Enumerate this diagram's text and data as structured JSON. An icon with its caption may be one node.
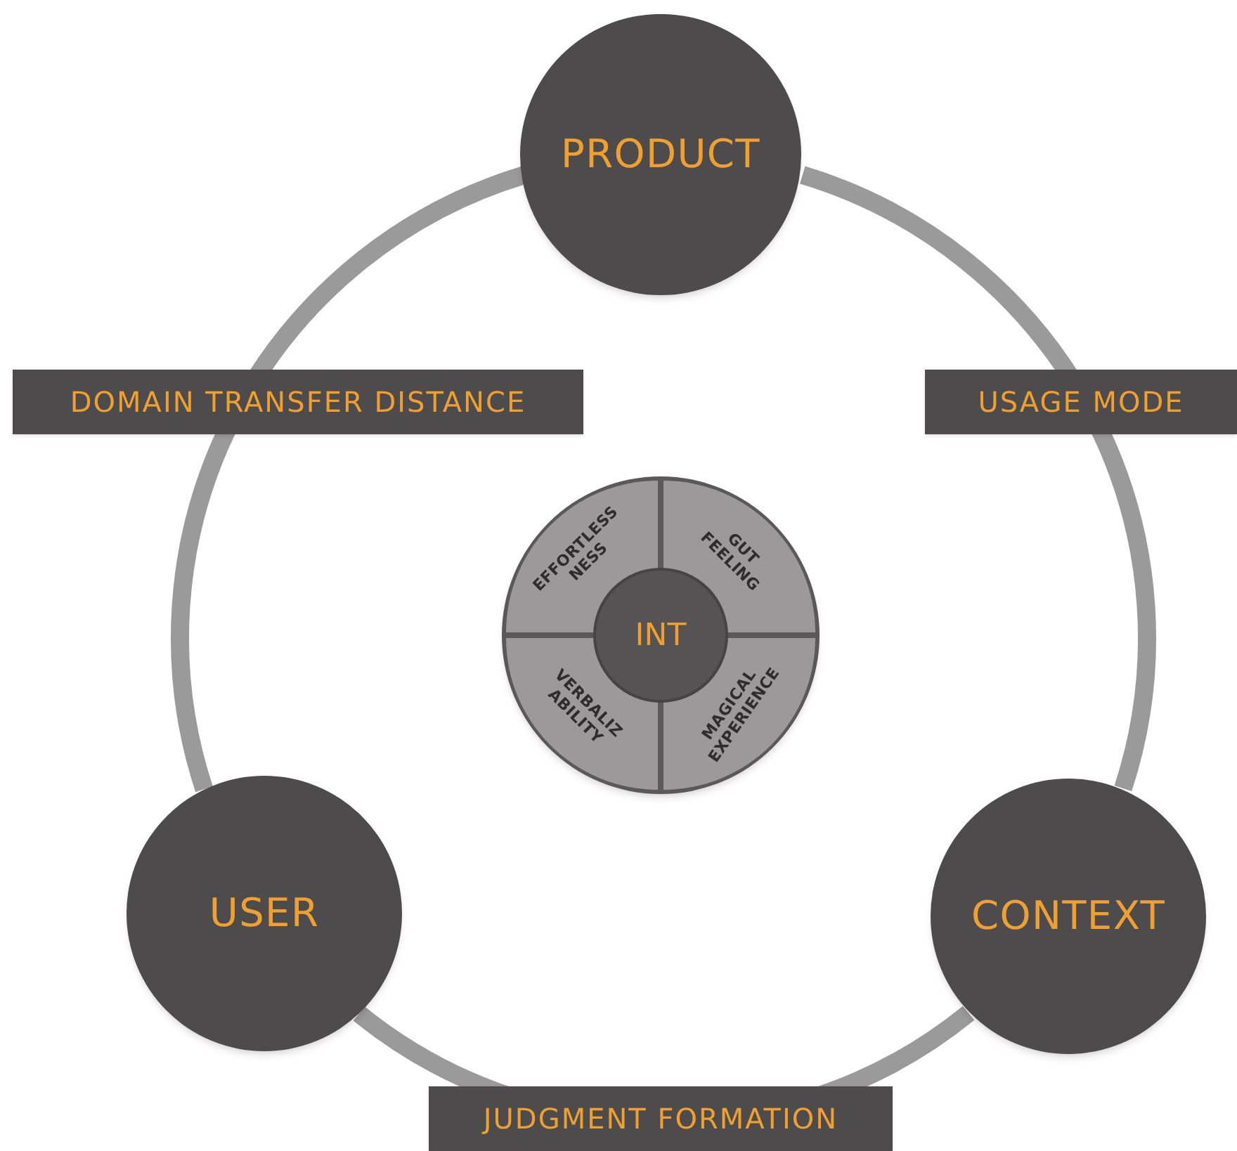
{
  "diagram": {
    "nodes": [
      {
        "text": [
          "PRODUCT"
        ]
      },
      {
        "text": [
          "EFFORTLESS NESS"
        ]
      },
      {
        "text": [
          "GUT FEELING"
        ]
      },
      {
        "text": [
          "INT"
        ]
      },
      {
        "text": [
          "VERBALIZ ABILITY"
        ]
      },
      {
        "text": [
          "MAGICAL EXPERIENCE"
        ]
      },
      {
        "text": [
          "USER"
        ]
      },
      {
        "text": [
          "CONTEXT"
        ]
      }
    ],
    "edges": [
      {
        "from": 0,
        "to": 6,
        "arrow": "none",
        "label": "DOMAIN TRANSFER DISTANCE"
      },
      {
        "from": 0,
        "to": 7,
        "arrow": "none",
        "label": "USAGE MODE"
      },
      {
        "from": 6,
        "to": 7,
        "arrow": "none",
        "label": "JUDGMENT FORMATION"
      }
    ]
  }
}
